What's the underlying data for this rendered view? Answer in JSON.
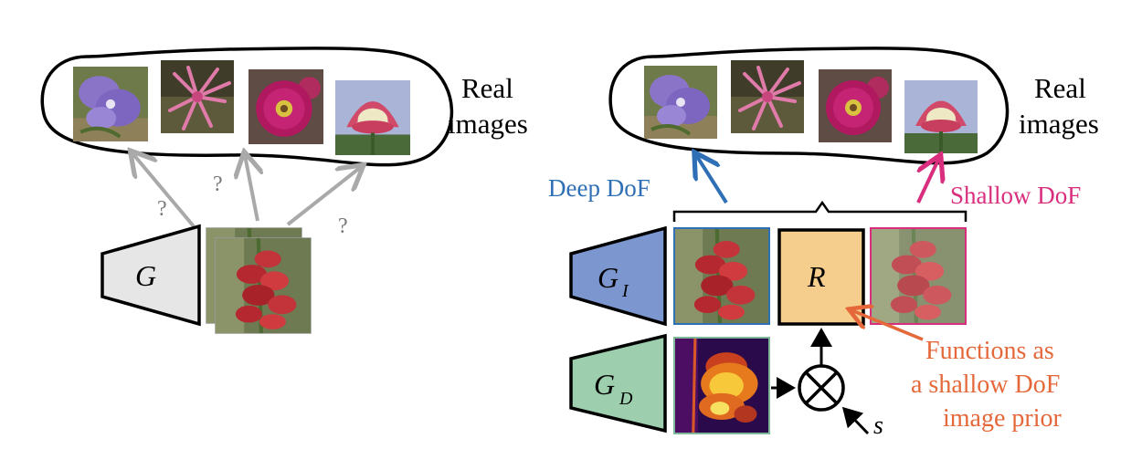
{
  "left_panel": {
    "cloud_label_line1": "Real",
    "cloud_label_line2": "images",
    "question_mark": "?",
    "generator_label": "G"
  },
  "right_panel": {
    "cloud_label_line1": "Real",
    "cloud_label_line2": "images",
    "deep_dof_label": "Deep DoF",
    "shallow_dof_label": "Shallow DoF",
    "generator_image_label": "G",
    "generator_image_subscript": "I",
    "generator_depth_label": "G",
    "generator_depth_subscript": "D",
    "renderer_label": "R",
    "scale_symbol": "s",
    "annotation_line1": "Functions as",
    "annotation_line2": "a shallow DoF",
    "annotation_line3": "image prior"
  },
  "colors": {
    "deep_dof": "#2f6fb5",
    "shallow_dof": "#d92e7e",
    "annotation": "#e4683a",
    "gen_left": "#e6e6e6",
    "gen_image": "#7c97cf",
    "gen_depth": "#9dcfae",
    "renderer": "#f5cd8c",
    "arrow_gray": "#a9a9a9"
  },
  "icons": [
    "purple-bellflower",
    "pink-nerine",
    "magenta-hellebore",
    "protea",
    "red-foxglove",
    "depth-heatmap",
    "multiply-circle"
  ]
}
